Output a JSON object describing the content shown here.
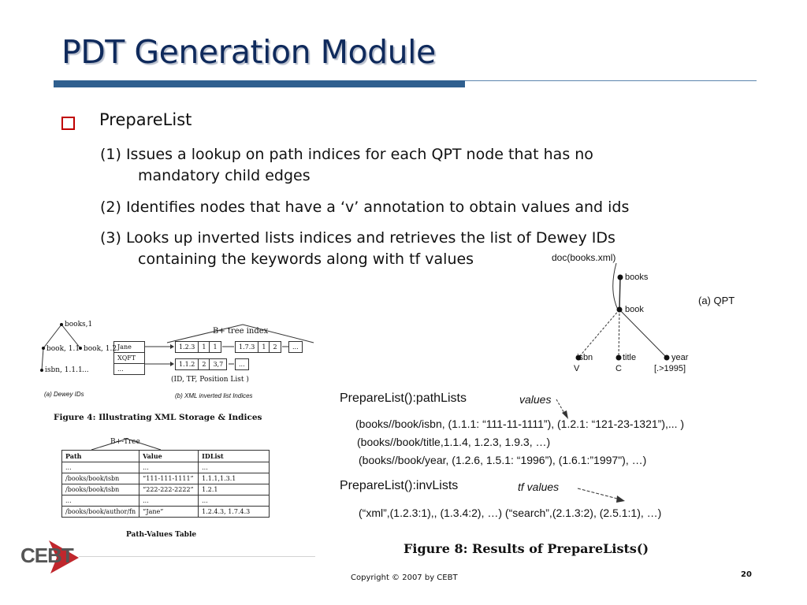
{
  "slide": {
    "title": "PDT Generation Module",
    "bullet": "PrepareList",
    "items": [
      {
        "line1": "(1) Issues a lookup on path indices for each QPT node that has no",
        "line2": "mandatory child edges"
      },
      {
        "line1": "(2) Identifies nodes that have a ‘v’ annotation to obtain values and ids",
        "line2": ""
      },
      {
        "line1": "(3) Looks up inverted lists indices and retrieves the list of Dewey IDs",
        "line2": "containing the keywords along with tf values"
      }
    ]
  },
  "fig4": {
    "btree_label": "B+ tree index",
    "dewey_nodes": {
      "root": "books,1",
      "book": "book, 1.1",
      "book2": "book, 1.2",
      "isbn": "isbn, 1.1.1",
      "dots": "..."
    },
    "keys": [
      "Jane",
      "XQFT",
      "..."
    ],
    "list1a": [
      "1.2.3",
      "1",
      "1"
    ],
    "list1b": [
      "1.7.3",
      "1",
      "2"
    ],
    "list1c": "...",
    "list2a": [
      "1.1.2",
      "2",
      "3,7"
    ],
    "list2b": "...",
    "legend": "(ID, TF, Position List )",
    "caption_a": "(a) Dewey IDs",
    "caption_b": "(b) XML inverted list Indices",
    "caption": "Figure 4:  Illustrating XML Storage & Indices"
  },
  "pathvalues": {
    "tree_label": "B+-Tree",
    "headers": [
      "Path",
      "Value",
      "IDList"
    ],
    "rows": [
      [
        "...",
        "...",
        "..."
      ],
      [
        "/books/book/isbn",
        "“111-111-1111”",
        "1.1.1,1.3.1"
      ],
      [
        "/books/book/isbn",
        "“222-222-2222”",
        "1.2.1"
      ],
      [
        "...",
        "...",
        "..."
      ],
      [
        "/books/book/author/fn",
        "“Jane”",
        "1.2.4.3, 1.7.4.3"
      ]
    ],
    "caption": "Path-Values Table"
  },
  "qpt": {
    "doc": "doc(books.xml)",
    "books": "books",
    "book": "book",
    "isbn": "isbn",
    "isbn_ann": "V",
    "title": "title",
    "title_ann": "C",
    "year": "year",
    "year_ann": "[.>1995]",
    "label": "(a) QPT"
  },
  "fig8": {
    "pathlists_title": "PrepareList():pathLists",
    "values_label": "values",
    "path1": "(books//book/isbn, (1.1.1: “111-11-1111”), (1.2.1: “121-23-1321”),... )",
    "path2": "(books//book/title,1.1.4, 1.2.3, 1.9.3, …)",
    "path3": "(books//book/year, (1.2.6, 1.5.1: “1996”), (1.6.1:”1997\"), …)",
    "invlists_title": "PrepareList():invLists",
    "tf_label": "tf values",
    "inv1": "(“xml”,(1.2.3:1),, (1.3.4:2), …)  (“search”,(2.1.3:2), (2.5.1:1), …)",
    "caption": "Figure 8:  Results of PrepareLists()"
  },
  "footer": {
    "copyright": "Copyright © 2007 by CEBT",
    "page": "20",
    "logo": "CEBT"
  },
  "colors": {
    "title": "#0f2a5c",
    "rule": "#2f5f8f",
    "bullet": "#c00000",
    "logo_red": "#c0272d"
  }
}
